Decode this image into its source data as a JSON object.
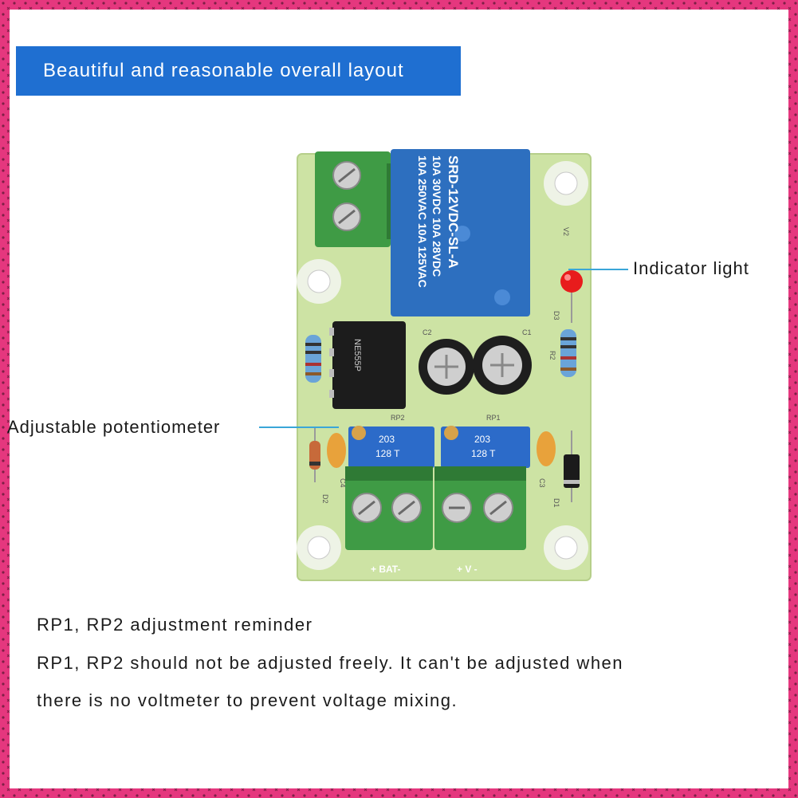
{
  "banner": {
    "title": "Beautiful and reasonable overall layout"
  },
  "callouts": {
    "indicator": "Indicator light",
    "potentiometer": "Adjustable potentiometer"
  },
  "board": {
    "relay_lines": [
      "10A 250VAC  10A 125VAC",
      "10A 30VDC  10A 28VDC",
      "SRD-12VDC-SL-A"
    ],
    "ic_text": "NE555P",
    "pot_code": "203",
    "pot_sub": "128 T",
    "labels": {
      "rp1": "RP1",
      "rp2": "RP2",
      "c1": "C1",
      "c2": "C2",
      "c3": "C3",
      "c4": "C4",
      "d1": "D1",
      "d2": "D2",
      "d3": "D3",
      "r2": "R2",
      "v2": "V2",
      "bat": "+ BAT-",
      "v": "+  V  -"
    },
    "colors": {
      "pcb": "#cde3a4",
      "relay": "#2d6fbf",
      "terminal": "#3f9b45",
      "pot": "#2c6bc9",
      "led": "#e81c1c"
    }
  },
  "text": {
    "heading": "RP1, RP2 adjustment reminder",
    "line1": "RP1, RP2 should not be adjusted freely. It can't be adjusted when",
    "line2": "there is no voltmeter to prevent voltage mixing."
  }
}
